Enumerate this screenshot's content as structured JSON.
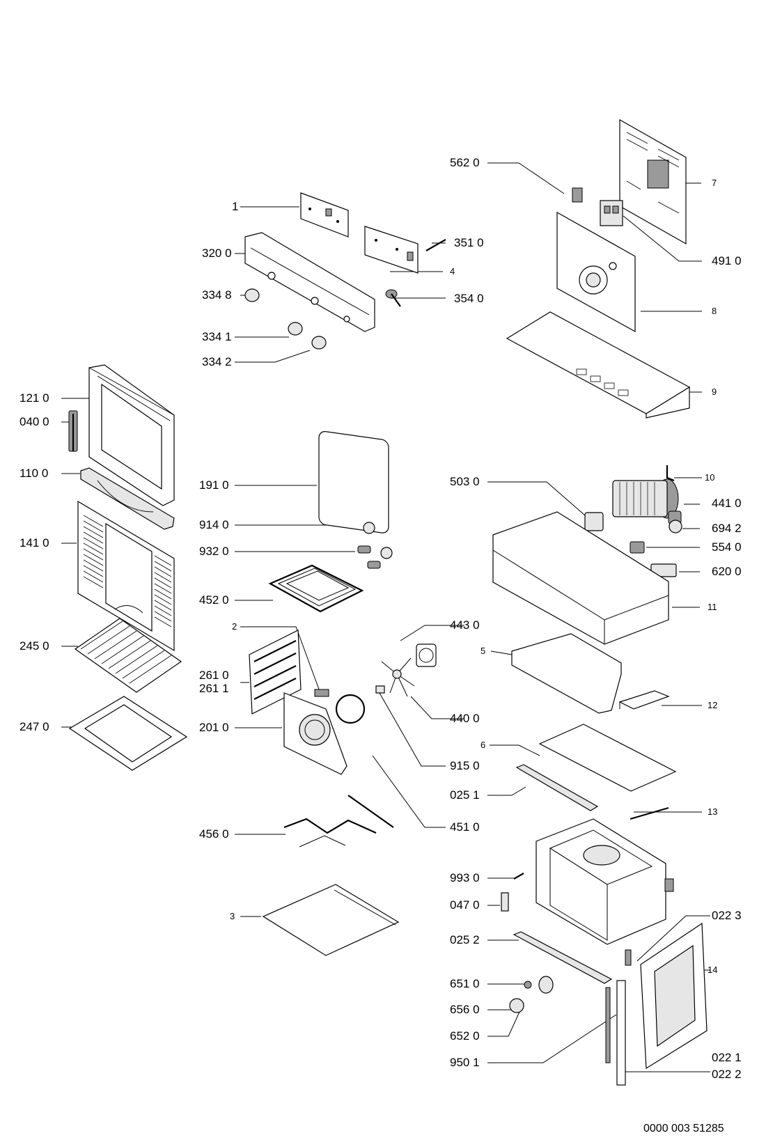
{
  "diagram": {
    "reference_code": "0000 003 51285"
  },
  "labels": [
    {
      "id": "l1",
      "text": "1"
    },
    {
      "id": "l320",
      "text": "320 0"
    },
    {
      "id": "l3348",
      "text": "334 8"
    },
    {
      "id": "l3341",
      "text": "334 1"
    },
    {
      "id": "l3342",
      "text": "334 2"
    },
    {
      "id": "l3510",
      "text": "351 0"
    },
    {
      "id": "l4",
      "text": "4"
    },
    {
      "id": "l3540",
      "text": "354 0"
    },
    {
      "id": "l5620",
      "text": "562 0"
    },
    {
      "id": "l7",
      "text": "7"
    },
    {
      "id": "l4910",
      "text": "491 0"
    },
    {
      "id": "l8",
      "text": "8"
    },
    {
      "id": "l9",
      "text": "9"
    },
    {
      "id": "l1210",
      "text": "121 0"
    },
    {
      "id": "l0400",
      "text": "040 0"
    },
    {
      "id": "l1100",
      "text": "110 0"
    },
    {
      "id": "l1410",
      "text": "141 0"
    },
    {
      "id": "l2450",
      "text": "245 0"
    },
    {
      "id": "l2470",
      "text": "247 0"
    },
    {
      "id": "l1910",
      "text": "191 0"
    },
    {
      "id": "l9140",
      "text": "914 0"
    },
    {
      "id": "l9320",
      "text": "932 0"
    },
    {
      "id": "l4520",
      "text": "452 0"
    },
    {
      "id": "l2",
      "text": "2"
    },
    {
      "id": "l2610",
      "text": "261 0"
    },
    {
      "id": "l2611",
      "text": "261 1"
    },
    {
      "id": "l2010",
      "text": "201 0"
    },
    {
      "id": "l4560",
      "text": "456 0"
    },
    {
      "id": "l3",
      "text": "3"
    },
    {
      "id": "l5030",
      "text": "503 0"
    },
    {
      "id": "l10",
      "text": "10"
    },
    {
      "id": "l4410",
      "text": "441 0"
    },
    {
      "id": "l6942",
      "text": "694 2"
    },
    {
      "id": "l5540",
      "text": "554 0"
    },
    {
      "id": "l6200",
      "text": "620 0"
    },
    {
      "id": "l11",
      "text": "11"
    },
    {
      "id": "l4430",
      "text": "443 0"
    },
    {
      "id": "l5",
      "text": "5"
    },
    {
      "id": "l4400",
      "text": "440 0"
    },
    {
      "id": "l12",
      "text": "12"
    },
    {
      "id": "l6",
      "text": "6"
    },
    {
      "id": "l9150",
      "text": "915 0"
    },
    {
      "id": "l0251",
      "text": "025 1"
    },
    {
      "id": "l4510",
      "text": "451 0"
    },
    {
      "id": "l13",
      "text": "13"
    },
    {
      "id": "l9930",
      "text": "993 0"
    },
    {
      "id": "l0470",
      "text": "047 0"
    },
    {
      "id": "l0223",
      "text": "022 3"
    },
    {
      "id": "l0252",
      "text": "025 2"
    },
    {
      "id": "l14",
      "text": "14"
    },
    {
      "id": "l6510",
      "text": "651 0"
    },
    {
      "id": "l6560",
      "text": "656 0"
    },
    {
      "id": "l6520",
      "text": "652 0"
    },
    {
      "id": "l9501",
      "text": "950 1"
    },
    {
      "id": "l0221",
      "text": "022 1"
    },
    {
      "id": "l0222",
      "text": "022 2"
    }
  ]
}
